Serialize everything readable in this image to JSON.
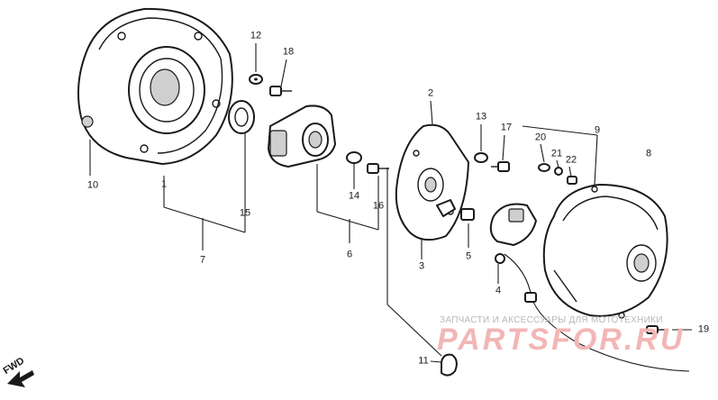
{
  "callouts": {
    "c1": "1",
    "c2": "2",
    "c3": "3",
    "c4": "4",
    "c5": "5",
    "c6": "6",
    "c7": "7",
    "c8": "8",
    "c9": "9",
    "c10": "10",
    "c11": "11",
    "c12": "12",
    "c13": "13",
    "c14": "14",
    "c15": "15",
    "c16": "16",
    "c17": "17",
    "c18": "18",
    "c19": "19",
    "c20": "20",
    "c21": "21",
    "c22": "22"
  },
  "direction_label": "FWD",
  "watermark": {
    "caption": "ЗАПЧАСТИ И АКСЕССУАРЫ ДЛЯ МОТОТЕХНИКИ",
    "brand": "PARTSFOR.RU"
  },
  "colors": {
    "line": "#1a1a1a",
    "watermark_brand": "#f2b6b6",
    "watermark_caption": "#b8b8b8"
  }
}
